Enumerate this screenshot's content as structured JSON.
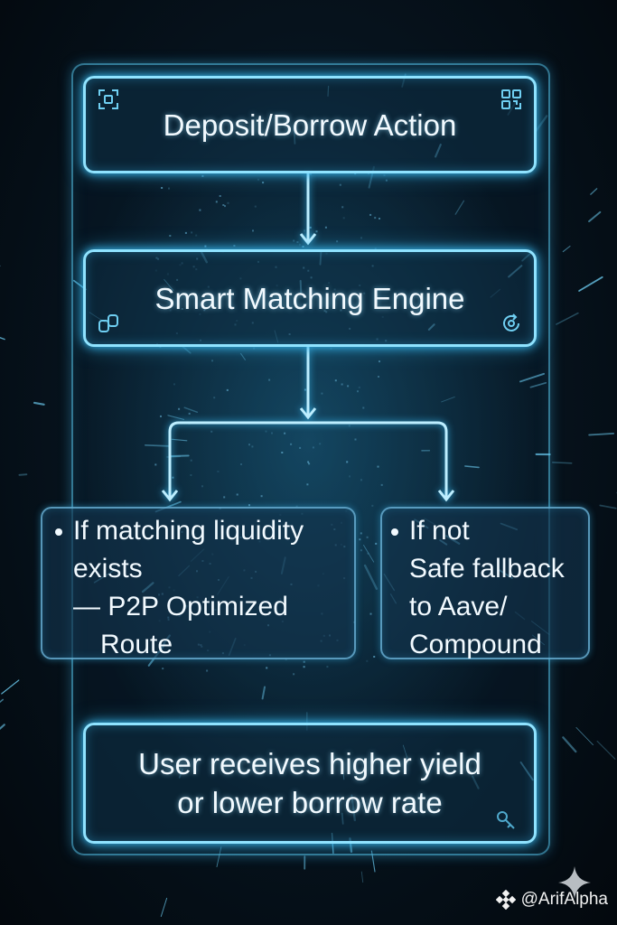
{
  "flow": {
    "step1": "Deposit/Borrow Action",
    "step2": "Smart Matching Engine",
    "left_branch": {
      "line1": "If matching liquidity",
      "line2": "exists",
      "line3": "— P2P Optimized",
      "line4": "Route"
    },
    "right_branch": {
      "line1": "If not",
      "line2": "Safe fallback",
      "line3": "to Aave/",
      "line4": "Compound"
    },
    "result_line1": "User receives higher yield",
    "result_line2": "or lower borrow rate"
  },
  "footer": {
    "credit": "@ArifAlpha"
  },
  "colors": {
    "glow": "#37b9f0",
    "border": "#8fe3ff",
    "text": "#f2faff"
  },
  "icons": [
    "scan-icon",
    "qr-icon",
    "link-icon",
    "refresh-icon",
    "key-icon",
    "sparkle-icon",
    "logo-diamond-icon"
  ]
}
